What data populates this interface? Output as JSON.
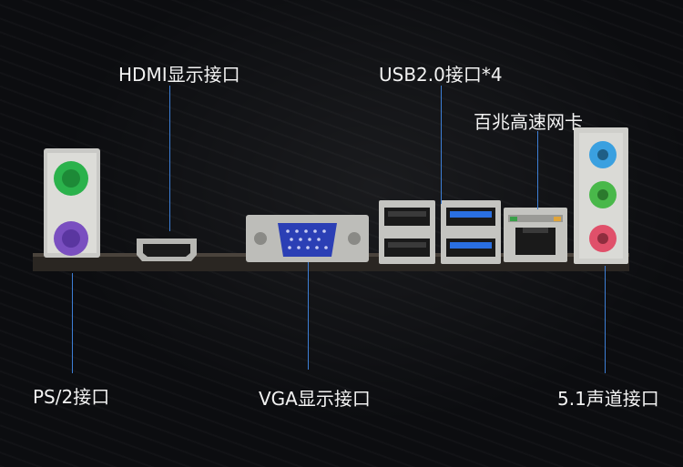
{
  "labels": {
    "hdmi": "HDMI显示接口",
    "usb": "USB2.0接口*4",
    "lan": "百兆高速网卡",
    "ps2": "PS/2接口",
    "vga": "VGA显示接口",
    "audio": "5.1声道接口"
  },
  "colors": {
    "callout_line": "#3d7fd6",
    "ps2_keyboard": "#7a4fc0",
    "ps2_mouse": "#2bb24c",
    "vga_connector": "#2b3fb5",
    "usb3_blue": "#2a6fe0",
    "audio_blue": "#3aa0e0",
    "audio_green": "#49b84a",
    "audio_pink": "#e0506a"
  },
  "icons": [
    "ps2-port-icon",
    "hdmi-port-icon",
    "vga-port-icon",
    "usb-port-icon",
    "rj45-port-icon",
    "audio-jack-icon"
  ]
}
